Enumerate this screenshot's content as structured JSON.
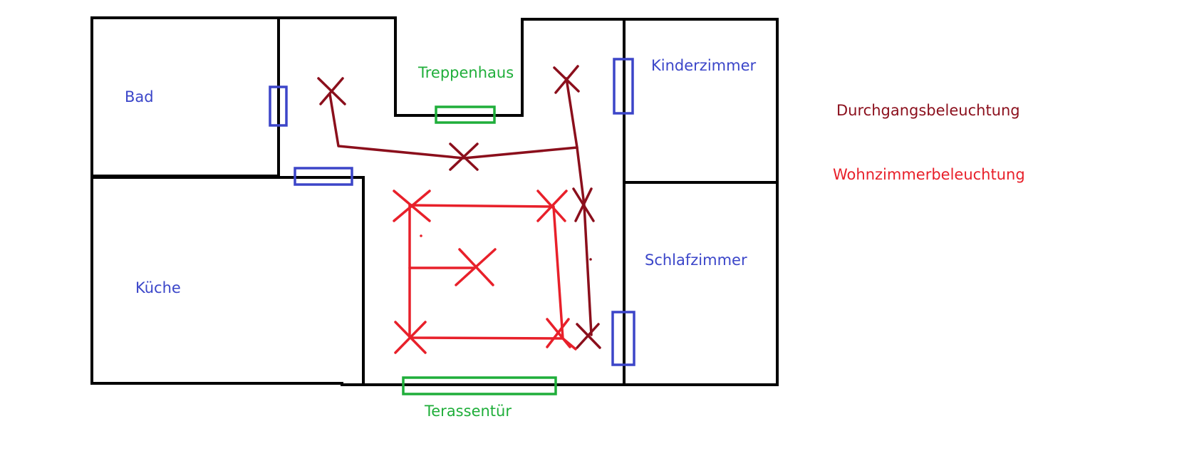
{
  "rooms": {
    "bad": "Bad",
    "kueche": "Küche",
    "treppenhaus": "Treppenhaus",
    "kinderzimmer": "Kinderzimmer",
    "schlafzimmer": "Schlafzimmer",
    "terassentuer": "Terassentür"
  },
  "legend": {
    "durchgang": "Durchgangsbeleuchtung",
    "wohnzimmer": "Wohnzimmerbeleuchtung"
  },
  "colors": {
    "wall": "#000000",
    "door": "#3c45c8",
    "opening": "#1fae3a",
    "room_label": "#3b46c9",
    "durchgang": "#8b0f1c",
    "wohnzimmer": "#e8202a"
  }
}
